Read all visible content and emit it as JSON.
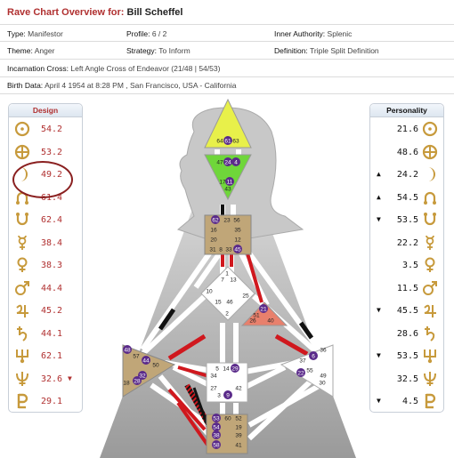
{
  "header": {
    "title_prefix": "Rave Chart Overview for:",
    "name": "Bill Scheffel",
    "type_label": "Type:",
    "type_value": "Manifestor",
    "profile_label": "Profile:",
    "profile_value": "6 / 2",
    "authority_label": "Inner Authority:",
    "authority_value": "Splenic",
    "theme_label": "Theme:",
    "theme_value": "Anger",
    "strategy_label": "Strategy:",
    "strategy_value": "To Inform",
    "definition_label": "Definition:",
    "definition_value": "Triple Split Definition",
    "cross_label": "Incarnation Cross:",
    "cross_value": "Left Angle Cross of Endeavor (21/48 | 54/53)",
    "birth_label": "Birth Data:",
    "birth_value": "April 4 1954 at 8:28 PM , San Francisco, USA - California"
  },
  "design": {
    "title": "Design",
    "rows": [
      {
        "icon": "sun-icon",
        "value": "54.2",
        "arrow": ""
      },
      {
        "icon": "earth-icon",
        "value": "53.2",
        "arrow": ""
      },
      {
        "icon": "moon-icon",
        "value": "49.2",
        "arrow": ""
      },
      {
        "icon": "north-node-icon",
        "value": "61.4",
        "arrow": ""
      },
      {
        "icon": "south-node-icon",
        "value": "62.4",
        "arrow": ""
      },
      {
        "icon": "mercury-icon",
        "value": "38.4",
        "arrow": ""
      },
      {
        "icon": "venus-icon",
        "value": "38.3",
        "arrow": ""
      },
      {
        "icon": "mars-icon",
        "value": "44.4",
        "arrow": ""
      },
      {
        "icon": "jupiter-icon",
        "value": "45.2",
        "arrow": ""
      },
      {
        "icon": "saturn-icon",
        "value": "44.1",
        "arrow": ""
      },
      {
        "icon": "uranus-icon",
        "value": "62.1",
        "arrow": ""
      },
      {
        "icon": "neptune-icon",
        "value": "32.6",
        "arrow": "▼"
      },
      {
        "icon": "pluto-icon",
        "value": "29.1",
        "arrow": ""
      }
    ]
  },
  "personality": {
    "title": "Personality",
    "rows": [
      {
        "icon": "sun-icon",
        "value": "21.6",
        "arrow": ""
      },
      {
        "icon": "earth-icon",
        "value": "48.6",
        "arrow": ""
      },
      {
        "icon": "moon-icon",
        "value": "24.2",
        "arrow": "▲"
      },
      {
        "icon": "north-node-icon",
        "value": "54.5",
        "arrow": "▲"
      },
      {
        "icon": "south-node-icon",
        "value": "53.5",
        "arrow": "▼"
      },
      {
        "icon": "mercury-icon",
        "value": "22.2",
        "arrow": ""
      },
      {
        "icon": "venus-icon",
        "value": "3.5",
        "arrow": ""
      },
      {
        "icon": "mars-icon",
        "value": "11.5",
        "arrow": ""
      },
      {
        "icon": "jupiter-icon",
        "value": "45.5",
        "arrow": "▼"
      },
      {
        "icon": "saturn-icon",
        "value": "28.6",
        "arrow": ""
      },
      {
        "icon": "uranus-icon",
        "value": "53.5",
        "arrow": "▼"
      },
      {
        "icon": "neptune-icon",
        "value": "32.5",
        "arrow": ""
      },
      {
        "icon": "pluto-icon",
        "value": "4.5",
        "arrow": "▼"
      }
    ]
  },
  "bodygraph": {
    "head_gates": [
      "64",
      "61",
      "63"
    ],
    "ajna_gates": [
      "47",
      "24",
      "4",
      "17",
      "11",
      "43"
    ],
    "throat_gates": [
      "62",
      "23",
      "56",
      "16",
      "35",
      "20",
      "12",
      "31",
      "8",
      "33",
      "45"
    ],
    "g_gates": [
      "1",
      "7",
      "13",
      "10",
      "25",
      "15",
      "46",
      "2"
    ],
    "heart_gates": [
      "21",
      "51",
      "26",
      "40"
    ],
    "spleen_gates": [
      "48",
      "57",
      "44",
      "50",
      "32",
      "28",
      "18"
    ],
    "sacral_gates": [
      "5",
      "14",
      "29",
      "34",
      "27",
      "42",
      "3",
      "9"
    ],
    "solar_gates": [
      "36",
      "6",
      "37",
      "22",
      "49",
      "55",
      "30"
    ],
    "root_gates": [
      "53",
      "60",
      "52",
      "54",
      "19",
      "38",
      "39",
      "58",
      "41"
    ],
    "colors": {
      "defined": "#c0a678",
      "head": "#e8f04a",
      "ajna": "#6fd63a",
      "heart": "#e8806c",
      "red": "#d0181e",
      "black": "#111111"
    }
  }
}
